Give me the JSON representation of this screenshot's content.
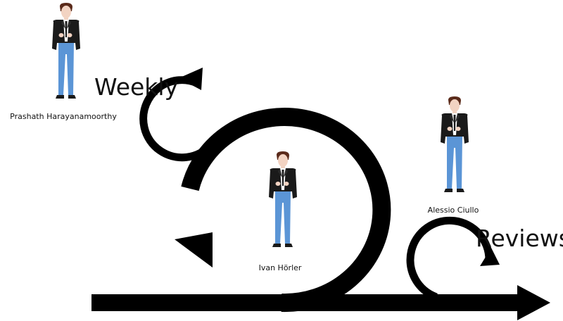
{
  "labels": {
    "weekly": "Weekly",
    "reviews": "Reviews"
  },
  "people": [
    {
      "name": "Prashath Harayanamoorthy"
    },
    {
      "name": "Ivan Hörler"
    },
    {
      "name": "Alessio Ciullo"
    }
  ],
  "colors": {
    "stroke": "#000000",
    "jacket": "#1a1a1a",
    "jeans": "#5b95d6",
    "skin": "#f2d3c2",
    "hair": "#5a2a1a",
    "shirt": "#ffffff"
  }
}
